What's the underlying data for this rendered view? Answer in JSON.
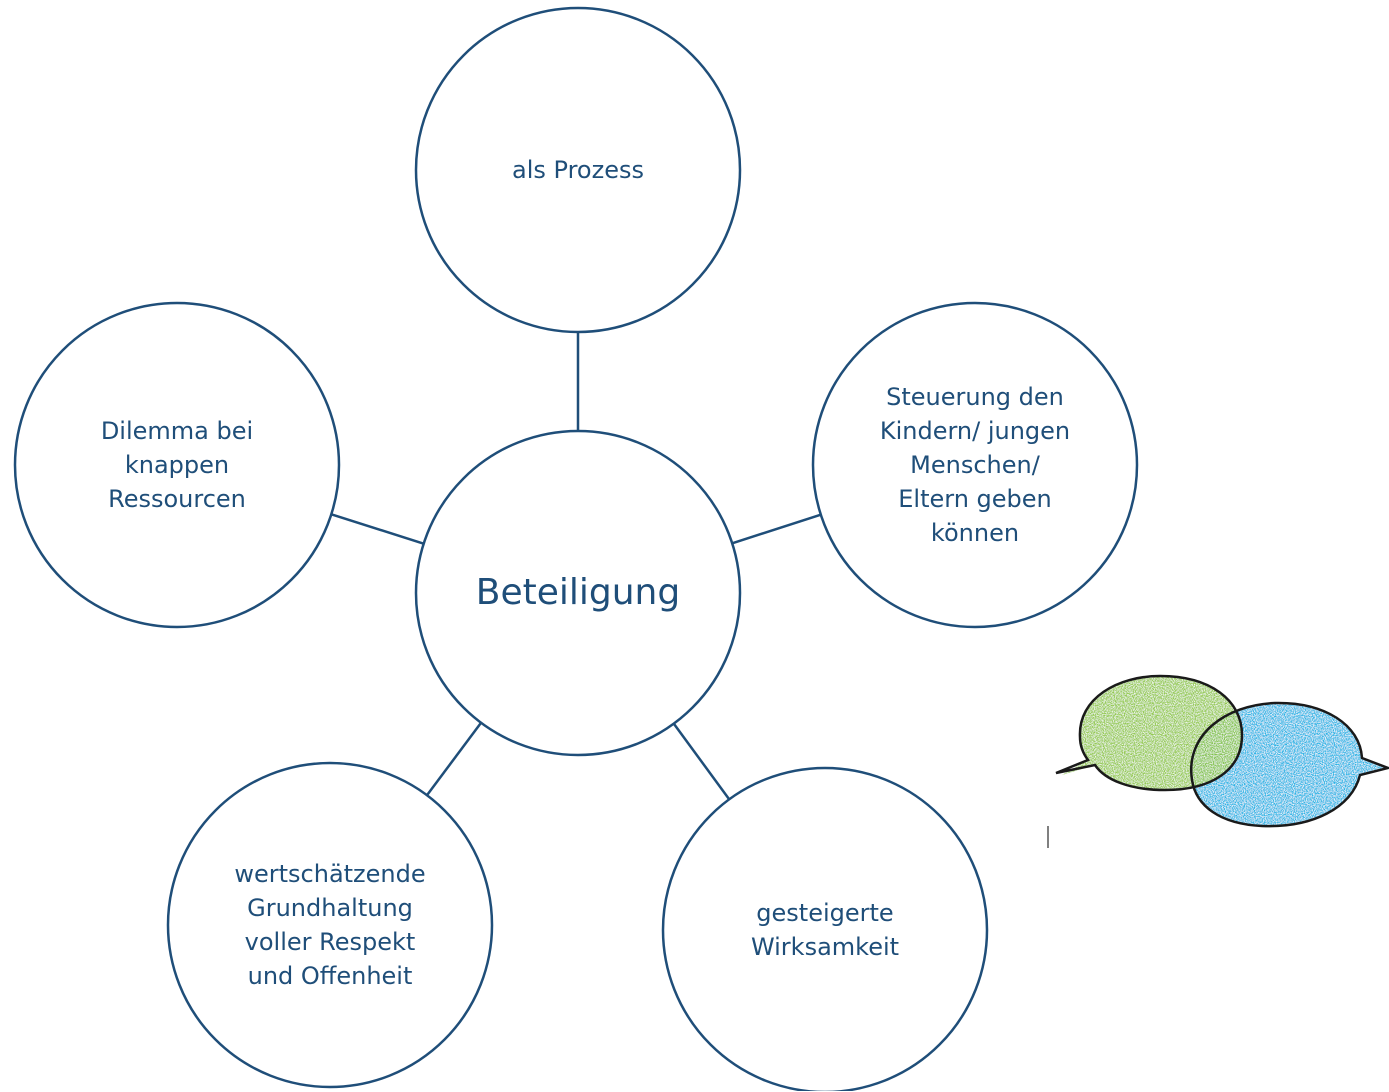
{
  "colors": {
    "stroke": "#1f4e79",
    "text": "#1f4e79",
    "bubble_green": "#8cc63f",
    "bubble_blue": "#29b6e6",
    "bubble_outline": "#1a1a1a"
  },
  "diagram": {
    "center": {
      "label": "Beteiligung"
    },
    "nodes": [
      {
        "id": "top",
        "label": "als Prozess"
      },
      {
        "id": "right",
        "label": "Steuerung den\nKindern/ jungen\nMenschen/\nEltern geben\nkönnen"
      },
      {
        "id": "bottom-right",
        "label": "gesteigerte\nWirksamkeit"
      },
      {
        "id": "bottom-left",
        "label": "wertschätzende\nGrundhaltung\nvoller Respekt\nund Offenheit"
      },
      {
        "id": "left",
        "label": "Dilemma bei\nknappen\nRessourcen"
      }
    ]
  },
  "decoration": {
    "icon": "speech-bubbles-icon"
  }
}
